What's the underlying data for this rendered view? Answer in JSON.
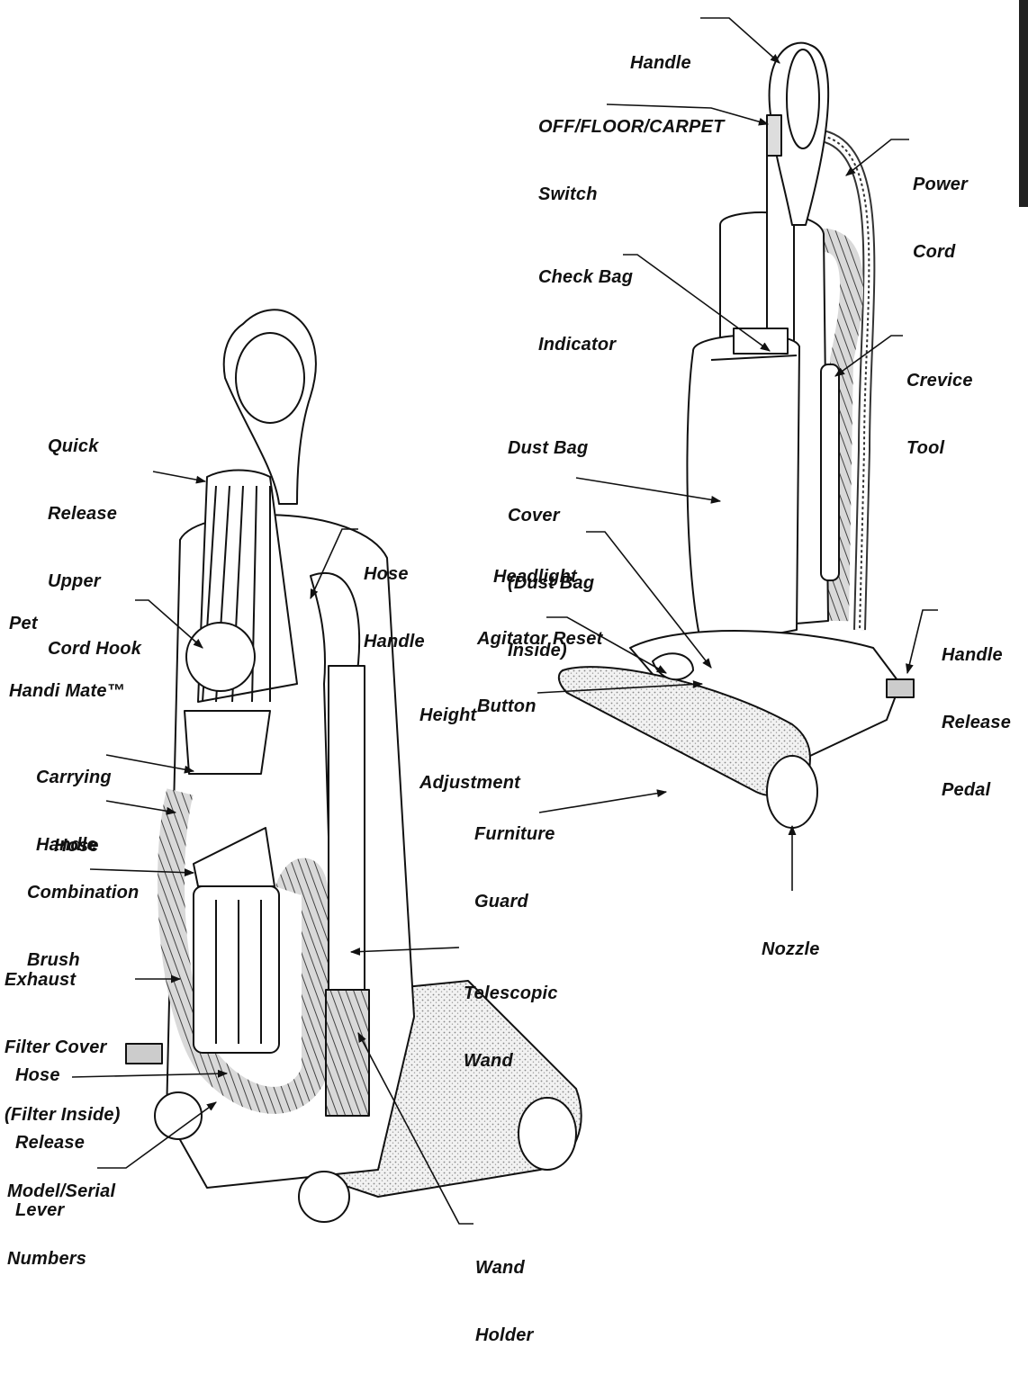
{
  "callouts": {
    "handle": [
      "Handle"
    ],
    "off_floor_carpet_switch": [
      "OFF/FLOOR/CARPET",
      "Switch"
    ],
    "power_cord": [
      "Power",
      "Cord"
    ],
    "check_bag_indicator": [
      "Check Bag",
      "Indicator"
    ],
    "crevice_tool": [
      "Crevice",
      "Tool"
    ],
    "dust_bag_cover": [
      "Dust Bag",
      "Cover",
      "(Dust Bag",
      "Inside)"
    ],
    "headlight": [
      "Headlight"
    ],
    "agitator_reset_button": [
      "Agitator Reset",
      "Button"
    ],
    "handle_release_pedal": [
      "Handle",
      "Release",
      "Pedal"
    ],
    "height_adjustment": [
      "Height",
      "Adjustment"
    ],
    "furniture_guard": [
      "Furniture",
      "Guard"
    ],
    "nozzle": [
      "Nozzle"
    ],
    "quick_release_upper_cord_hook": [
      "Quick",
      "Release",
      "Upper",
      "Cord Hook"
    ],
    "hose_handle": [
      "Hose",
      "Handle"
    ],
    "pet_handi_mate": [
      "Pet",
      "Handi Mate™"
    ],
    "carrying_handle": [
      "Carrying",
      "Handle"
    ],
    "hose": [
      "Hose"
    ],
    "combination_brush": [
      "Combination",
      "Brush"
    ],
    "exhaust_filter_cover": [
      "Exhaust",
      "Filter Cover",
      "(Filter Inside)"
    ],
    "telescopic_wand": [
      "Telescopic",
      "Wand"
    ],
    "hose_release_lever": [
      "Hose",
      "Release",
      "Lever"
    ],
    "model_serial_numbers": [
      "Model/Serial",
      "Numbers"
    ],
    "wand_holder": [
      "Wand",
      "Holder"
    ]
  }
}
